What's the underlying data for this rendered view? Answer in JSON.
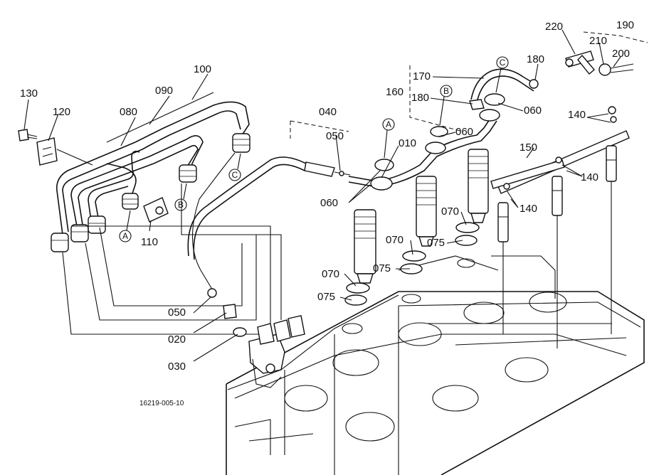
{
  "figure_code": "16219-005-10",
  "part_labels": {
    "p010": "010",
    "p020": "020",
    "p030": "030",
    "p040": "040",
    "p050_top": "050",
    "p050_bottom": "050",
    "p060_a": "060",
    "p060_b": "060",
    "p060_c": "060",
    "p070_a": "070",
    "p070_b": "070",
    "p070_c": "070",
    "p075_a": "075",
    "p075_b": "075",
    "p075_c": "075",
    "p080": "080",
    "p090": "090",
    "p100": "100",
    "p110": "110",
    "p120": "120",
    "p130": "130",
    "p140_a": "140",
    "p140_b": "140",
    "p140_c": "140",
    "p150": "150",
    "p160": "160",
    "p170": "170",
    "p180_a": "180",
    "p180_b": "180",
    "p190": "190",
    "p200": "200",
    "p210": "210",
    "p220": "220"
  },
  "ref_markers": {
    "a_left": "A",
    "b_left": "B",
    "c_left": "C",
    "a_right": "A",
    "b_right": "B",
    "c_right": "C"
  }
}
